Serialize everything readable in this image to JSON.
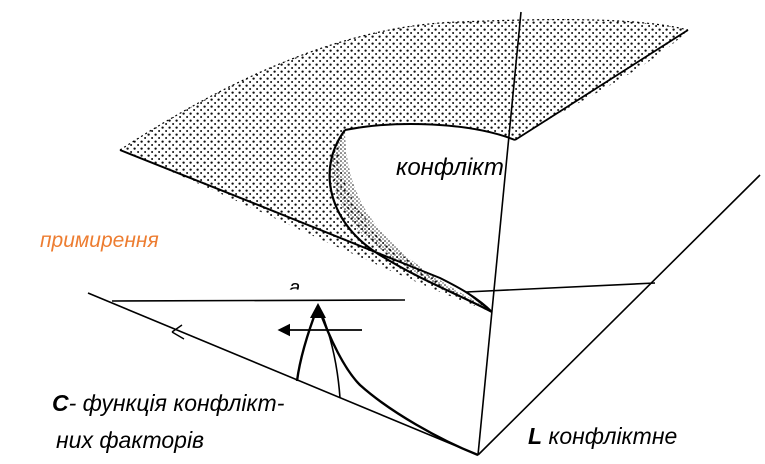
{
  "labels": {
    "conflict": "конфлікт",
    "reconciliation": "примирення",
    "point_a": "a",
    "c_letter": "C",
    "c_line1_rest": "- функція конфлікт-",
    "c_line2": "них факторів",
    "l_letter": "L",
    "l_rest": " конфліктне"
  },
  "colors": {
    "reconciliation": "#ed7d31",
    "ink": "#000000"
  }
}
